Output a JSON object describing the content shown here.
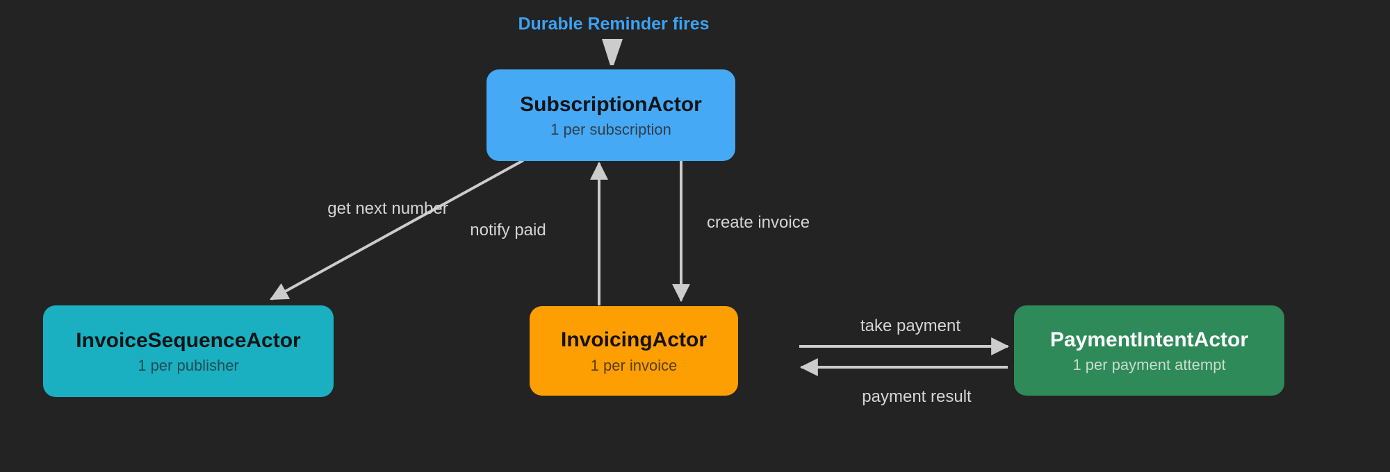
{
  "reminder": {
    "label": "Durable Reminder fires",
    "color": "#3da1f2"
  },
  "nodes": [
    {
      "id": "subscription-actor",
      "label": "SubscriptionActor",
      "sublabel": "1 per subscription",
      "fill": "#45a9f5",
      "text_color": "#101418",
      "subtext_color": "#323e48"
    },
    {
      "id": "invoice-sequence-actor",
      "label": "InvoiceSequenceActor",
      "sublabel": "1 per publisher",
      "fill": "#1ab0c2",
      "text_color": "#101414",
      "subtext_color": "#1f4c52"
    },
    {
      "id": "invoicing-actor",
      "label": "InvoicingActor",
      "sublabel": "1 per invoice",
      "fill": "#fd9e02",
      "text_color": "#171105",
      "subtext_color": "#57400a"
    },
    {
      "id": "payment-intent-actor",
      "label": "PaymentIntentActor",
      "sublabel": "1 per payment attempt",
      "fill": "#2e8a59",
      "text_color": "#ffffff",
      "subtext_color": "#c9dbcf"
    }
  ],
  "edges": [
    {
      "from": "durable-reminder",
      "to": "SubscriptionActor",
      "label": ""
    },
    {
      "from": "SubscriptionActor",
      "to": "InvoiceSequenceActor",
      "label": "get next number"
    },
    {
      "from": "InvoicingActor",
      "to": "SubscriptionActor",
      "label": "notify paid"
    },
    {
      "from": "SubscriptionActor",
      "to": "InvoicingActor",
      "label": "create invoice"
    },
    {
      "from": "InvoicingActor",
      "to": "PaymentIntentActor",
      "label": "take payment"
    },
    {
      "from": "PaymentIntentActor",
      "to": "InvoicingActor",
      "label": "payment result"
    }
  ],
  "colors": {
    "background": "#232323",
    "arrow": "#cccccc",
    "edge_label": "#d5d5d5"
  }
}
